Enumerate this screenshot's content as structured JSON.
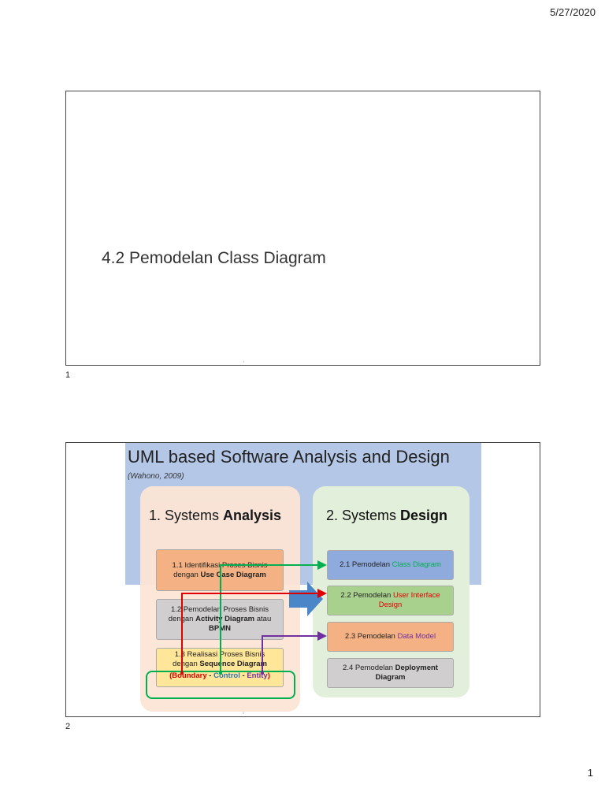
{
  "header": {
    "date": "5/27/2020"
  },
  "slide1": {
    "title": "4.2 Pemodelan Class Diagram",
    "tiny_number": "1",
    "caption_number": "1"
  },
  "slide2": {
    "title": "UML based Software Analysis and Design",
    "subtitle": "(Wahono, 2009)",
    "analysis": {
      "prefix": "1. Systems ",
      "bold": "Analysis"
    },
    "design": {
      "prefix": "2. Systems ",
      "bold": "Design"
    },
    "b11": {
      "line1": "1.1 Identifikasi Proses Bisnis",
      "line2a": "dengan ",
      "line2b": "Use Case Diagram"
    },
    "b12": {
      "line1": "1.2 Pemodelan Proses Bisnis",
      "line2a": "dengan ",
      "line2b": "Activity Diagram",
      "line2c": " atau",
      "line3": "BPMN"
    },
    "b13": {
      "line1": "1.3 Realisasi Proses Bisnis",
      "line2a": "dengan ",
      "line2b": "Sequence Diagram",
      "bce": {
        "open": "(",
        "boundary": "Boundary",
        "sep1": " - ",
        "control": "Control",
        "sep2": " - ",
        "entity": "Entity",
        "close": ")"
      }
    },
    "b21": {
      "a": "2.1 Pemodelan ",
      "b": "Class Diagram"
    },
    "b22": {
      "a": "2.2 Pemodelan ",
      "b": "User Interface",
      "c": "Design"
    },
    "b23": {
      "a": "2.3 Pemodelan ",
      "b": "Data Model"
    },
    "b24": {
      "a": "2.4 Pemodelan ",
      "b": "Deployment",
      "c": "Diagram"
    },
    "tiny_number": "2",
    "caption_number": "2"
  },
  "footer": {
    "page_number": "1"
  },
  "colors": {
    "green": "#00b050",
    "red": "#e00000",
    "purple": "#7030a0",
    "blue_arrow": "#4a86c8"
  }
}
